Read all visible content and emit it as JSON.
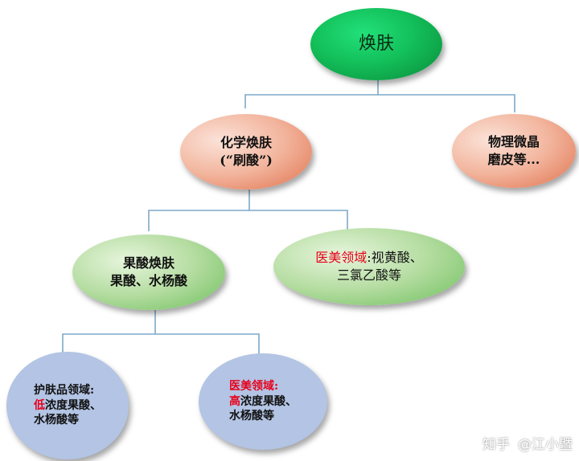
{
  "colors": {
    "connector": "#7ea8c8",
    "highlight": "#e8001a"
  },
  "nodes": {
    "root": {
      "text": "焕肤"
    },
    "chem": {
      "line1": "化学焕肤",
      "line2": "(“刷酸”)"
    },
    "phys": {
      "line1": "物理微晶",
      "line2": "磨皮等..."
    },
    "fruit": {
      "line1": "果酸焕肤",
      "line2": "果酸、水杨酸"
    },
    "med1": {
      "highlight": "医美领域",
      "rest1": ":视黄酸、",
      "line2": "三氯乙酸等"
    },
    "skin": {
      "line1": "护肤品领域:",
      "highlight": "低",
      "rest2": "浓度果酸、",
      "line3": "水杨酸等"
    },
    "med2": {
      "line1": "医美领域:",
      "highlight": "高",
      "rest2": "浓度果酸、",
      "line3": "水杨酸等"
    }
  },
  "watermark": {
    "platform": "知乎",
    "author": "@江小暨"
  }
}
